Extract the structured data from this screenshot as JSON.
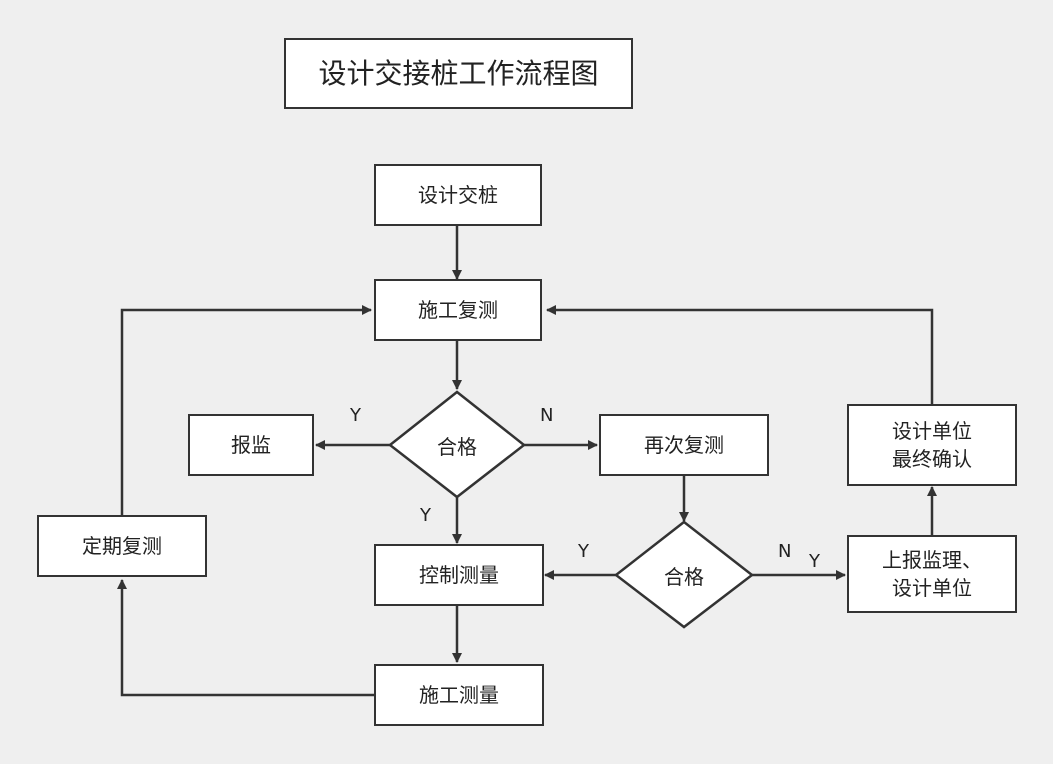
{
  "title": "设计交接桩工作流程图",
  "nodes": {
    "design_handover": "设计交桩",
    "construction_recheck": "施工复测",
    "check_1": "合格",
    "report_supervision": "报监",
    "re_survey": "再次复测",
    "check_2": "合格",
    "control_survey": "控制测量",
    "construction_survey": "施工测量",
    "periodic_recheck": "定期复测",
    "report_supervisor_designer": [
      "上报监理、",
      "设计单位"
    ],
    "designer_confirm": [
      "设计单位",
      "最终确认"
    ]
  },
  "edge_labels": {
    "check1_to_report": "Y",
    "check1_to_resurvey": "N",
    "check1_to_control": "Y",
    "check2_to_control": "Y",
    "check2_to_report_n": "N",
    "check2_to_report_y": "Y"
  },
  "colors": {
    "background": "#efefef",
    "stroke": "#333333",
    "fill": "#ffffff"
  }
}
